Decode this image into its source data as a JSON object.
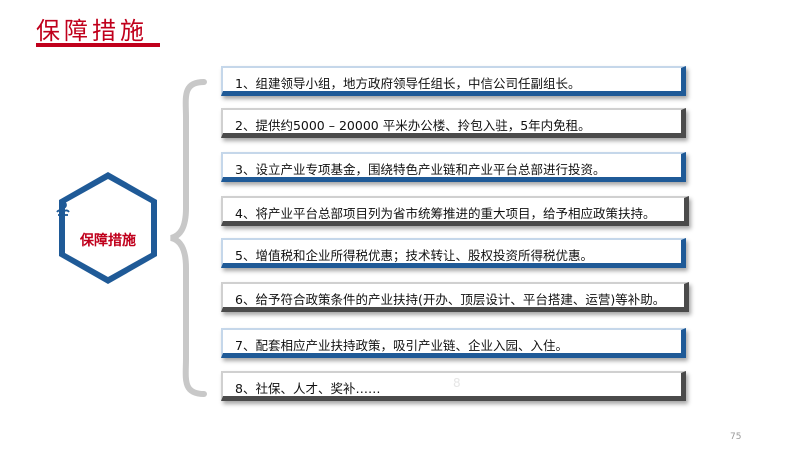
{
  "header": {
    "title": "保障措施"
  },
  "hexagon": {
    "label": "保障措施",
    "icon": "handshake-icon",
    "color": "#c0001c",
    "border_color": "#1f5a97"
  },
  "items": [
    {
      "text": "1、组建领导小组，地方政府领导任组长，中信公司任副组长。",
      "style": "blue"
    },
    {
      "text": "2、提供约5000 – 20000 平米办公楼、拎包入驻，5年内免租。",
      "style": "dark"
    },
    {
      "text": "3、设立产业专项基金，围绕特色产业链和产业平台总部进行投资。",
      "style": "blue"
    },
    {
      "text": "4、将产业平台总部项目列为省市统筹推进的重大项目，给予相应政策扶持。",
      "style": "dark"
    },
    {
      "text": "5、增值税和企业所得税优惠；技术转让、股权投资所得税优惠。",
      "style": "blue"
    },
    {
      "text": "6、给予符合政策条件的产业扶持(开办、顶层设计、平台搭建、运营)等补助。",
      "style": "dark"
    },
    {
      "text": "7、配套相应产业扶持政策，吸引产业链、企业入园、入住。",
      "style": "blue"
    },
    {
      "text": "8、社保、人才、奖补……",
      "style": "dark",
      "watermark": "8"
    }
  ],
  "page_number": "75"
}
